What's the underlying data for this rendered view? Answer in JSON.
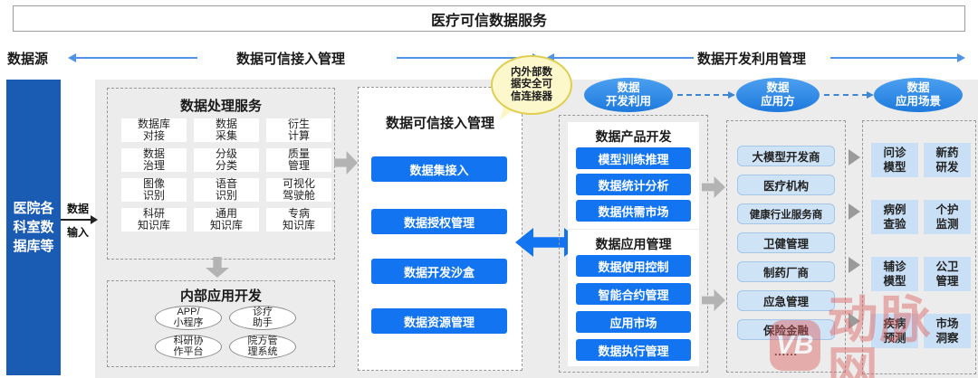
{
  "title": "医疗可信数据服务",
  "header": {
    "source": "数据源",
    "access": "数据可信接入管理",
    "develop": "数据开发利用管理"
  },
  "source_bar": "医院各\n科室数\n据库等",
  "data_input": {
    "top": "数据",
    "bottom": "输入"
  },
  "processing": {
    "title": "数据处理服务",
    "cells": [
      "数据库\n对接",
      "数据\n采集",
      "衍生\n计算",
      "数据\n治理",
      "分级\n分类",
      "质量\n管理",
      "图像\n识别",
      "语音\n识别",
      "可视化\n驾驶舱",
      "科研\n知识库",
      "通用\n知识库",
      "专病\n知识库"
    ]
  },
  "internal_dev": {
    "title": "内部应用开发",
    "items": [
      "APP/\n小程序",
      "诊疗\n助手",
      "科研协\n作平台",
      "院方管\n理系统"
    ]
  },
  "access_box": {
    "title": "数据可信接入管理",
    "buttons": [
      "数据集接入",
      "数据授权管理",
      "数据开发沙盒",
      "数据资源管理"
    ]
  },
  "bubble": "内外部数\n据安全可\n信连接器",
  "flow": {
    "stage1": "数据\n开发利用",
    "stage2": "数据\n应用方",
    "stage3": "数据\n应用场景"
  },
  "product_dev": {
    "title": "数据产品开发",
    "buttons": [
      "模型训练推理",
      "数据统计分析",
      "数据供需市场"
    ]
  },
  "app_mgmt": {
    "title": "数据应用管理",
    "buttons": [
      "数据使用控制",
      "智能合约管理",
      "应用市场",
      "数据执行管理"
    ]
  },
  "consumers": {
    "items": [
      "大模型开发商",
      "医疗机构",
      "健康行业服务商",
      "卫健管理",
      "制药厂商",
      "应急管理",
      "保险金融"
    ],
    "more": "......"
  },
  "scenarios": [
    "问诊\n模型",
    "新药\n研发",
    "病例\n查验",
    "个护\n监测",
    "辅诊\n模型",
    "公卫\n管理",
    "疾病\n预测",
    "市场\n洞察"
  ],
  "watermark": {
    "logo": "VB",
    "name": "动脉网"
  },
  "colors": {
    "primary_blue": "#1274f0",
    "dark_blue_bar": "#1a5cb4",
    "ellipse_blue": "#2f8ce8",
    "light_blue_cell": "#cfe3f7",
    "panel_gray": "#ececec",
    "bubble_yellow": "#fcf8cc",
    "arrow_blue": "#4f93e8",
    "arrow_gray": "#b3b3b3",
    "watermark_pink": "#dd5f5f"
  }
}
